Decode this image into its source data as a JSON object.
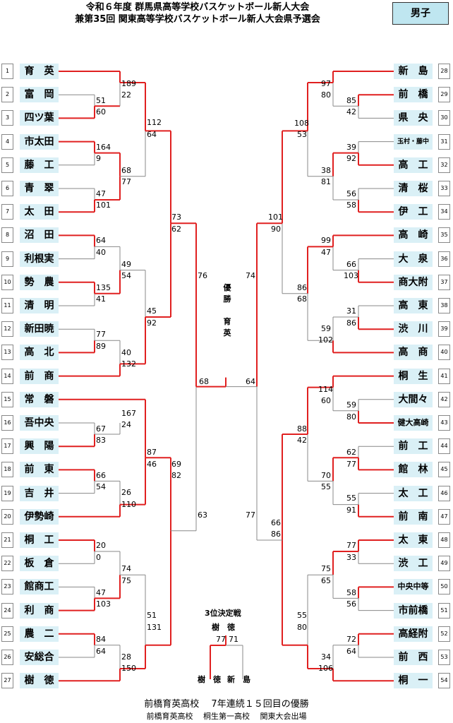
{
  "header": {
    "title_line1": "令和６年度 群馬県高等学校バスケットボール新人大会",
    "title_line2": "兼第35回 関東高等学校バスケットボール新人大会県予選会",
    "category": "男子"
  },
  "left_teams": [
    {
      "no": "1",
      "name": "育　英"
    },
    {
      "no": "2",
      "name": "富　岡"
    },
    {
      "no": "3",
      "name": "四ツ葉"
    },
    {
      "no": "4",
      "name": "市太田"
    },
    {
      "no": "5",
      "name": "藤　工"
    },
    {
      "no": "6",
      "name": "青　翠"
    },
    {
      "no": "7",
      "name": "太　田"
    },
    {
      "no": "8",
      "name": "沼　田"
    },
    {
      "no": "9",
      "name": "利根実"
    },
    {
      "no": "10",
      "name": "勢　農"
    },
    {
      "no": "11",
      "name": "清　明"
    },
    {
      "no": "12",
      "name": "新田暁"
    },
    {
      "no": "13",
      "name": "高　北"
    },
    {
      "no": "14",
      "name": "前　商"
    },
    {
      "no": "15",
      "name": "常　磐"
    },
    {
      "no": "16",
      "name": "吾中央"
    },
    {
      "no": "17",
      "name": "興　陽"
    },
    {
      "no": "18",
      "name": "前　東"
    },
    {
      "no": "19",
      "name": "吉　井"
    },
    {
      "no": "20",
      "name": "伊勢崎"
    },
    {
      "no": "21",
      "name": "桐　工"
    },
    {
      "no": "22",
      "name": "板　倉"
    },
    {
      "no": "23",
      "name": "館商工"
    },
    {
      "no": "24",
      "name": "利　商"
    },
    {
      "no": "25",
      "name": "農　二"
    },
    {
      "no": "26",
      "name": "安総合"
    },
    {
      "no": "27",
      "name": "樹　徳"
    }
  ],
  "right_teams": [
    {
      "no": "28",
      "name": "新　島"
    },
    {
      "no": "29",
      "name": "前　橋"
    },
    {
      "no": "30",
      "name": "県　央"
    },
    {
      "no": "31",
      "name": "玉村・藤中"
    },
    {
      "no": "32",
      "name": "高　工"
    },
    {
      "no": "33",
      "name": "清　桜"
    },
    {
      "no": "34",
      "name": "伊　工"
    },
    {
      "no": "35",
      "name": "高　崎"
    },
    {
      "no": "36",
      "name": "大　泉"
    },
    {
      "no": "37",
      "name": "商大附"
    },
    {
      "no": "38",
      "name": "高　東"
    },
    {
      "no": "39",
      "name": "渋　川"
    },
    {
      "no": "40",
      "name": "高　商"
    },
    {
      "no": "41",
      "name": "桐　生"
    },
    {
      "no": "42",
      "name": "大間々"
    },
    {
      "no": "43",
      "name": "健大高崎"
    },
    {
      "no": "44",
      "name": "前　工"
    },
    {
      "no": "45",
      "name": "館　林"
    },
    {
      "no": "46",
      "name": "太　工"
    },
    {
      "no": "47",
      "name": "前　南"
    },
    {
      "no": "48",
      "name": "太　東"
    },
    {
      "no": "49",
      "name": "渋　工"
    },
    {
      "no": "50",
      "name": "中央中等"
    },
    {
      "no": "51",
      "name": "市前橋"
    },
    {
      "no": "52",
      "name": "高経附"
    },
    {
      "no": "53",
      "name": "前　西"
    },
    {
      "no": "54",
      "name": "桐　一"
    }
  ],
  "scores": {
    "l_r1_1a": "189",
    "l_r1_1b": "22",
    "l_r1_2a": "51",
    "l_r1_2b": "60",
    "l_r1_4a": "164",
    "l_r1_4b": "9",
    "l_r1_6a": "47",
    "l_r1_6b": "101",
    "l_r2_1a": "112",
    "l_r2_1b": "64",
    "l_r2_2a": "68",
    "l_r2_2b": "77",
    "l_r1_8a": "64",
    "l_r1_8b": "40",
    "l_r1_10a": "135",
    "l_r1_10b": "41",
    "l_r1_12a": "77",
    "l_r1_12b": "89",
    "l_r2_3a": "49",
    "l_r2_3b": "54",
    "l_r2_4a": "40",
    "l_r2_4b": "132",
    "l_r3_2a": "45",
    "l_r3_2b": "92",
    "l_r3_1a": "73",
    "l_r3_1b": "62",
    "l_r1_15a": "167",
    "l_r1_15b": "24",
    "l_r1_16a": "67",
    "l_r1_16b": "83",
    "l_r1_18a": "66",
    "l_r1_18b": "54",
    "l_r2_5a": "87",
    "l_r2_5b": "46",
    "l_r2_6a": "26",
    "l_r2_6b": "110",
    "l_r1_21a": "20",
    "l_r1_21b": "0",
    "l_r1_23a": "47",
    "l_r1_23b": "103",
    "l_r1_25a": "84",
    "l_r1_25b": "64",
    "l_r2_7a": "74",
    "l_r2_7b": "75",
    "l_r2_8a": "28",
    "l_r2_8b": "150",
    "l_r3_4a": "51",
    "l_r3_4b": "131",
    "l_r3_3a": "69",
    "l_r3_3b": "82",
    "l_sf_a": "76",
    "l_sf_b": "63",
    "final_l": "68",
    "r_r1_1a": "97",
    "r_r1_1b": "80",
    "r_r1_2a": "85",
    "r_r1_2b": "42",
    "r_r1_4a": "39",
    "r_r1_4b": "92",
    "r_r1_6a": "56",
    "r_r1_6b": "58",
    "r_r2_1a": "108",
    "r_r2_1b": "53",
    "r_r2_2a": "38",
    "r_r2_2b": "81",
    "r_r1_8a": "99",
    "r_r1_8b": "47",
    "r_r1_9a": "66",
    "r_r1_9b": "103",
    "r_r1_11a": "31",
    "r_r1_11b": "86",
    "r_r2_3a": "59",
    "r_r2_3b": "102",
    "r_r3_2a": "86",
    "r_r3_2b": "68",
    "r_r3_1a": "101",
    "r_r3_1b": "90",
    "r_r1_14a": "114",
    "r_r1_14b": "60",
    "r_r1_15a": "59",
    "r_r1_15b": "80",
    "r_r1_17a": "62",
    "r_r1_17b": "77",
    "r_r1_19a": "55",
    "r_r1_19b": "91",
    "r_r2_5a": "88",
    "r_r2_5b": "42",
    "r_r2_6a": "70",
    "r_r2_6b": "55",
    "r_r1_21a": "77",
    "r_r1_21b": "33",
    "r_r1_23a": "58",
    "r_r1_23b": "56",
    "r_r1_25a": "72",
    "r_r1_25b": "64",
    "r_r2_7a": "75",
    "r_r2_7b": "65",
    "r_r2_8a": "34",
    "r_r2_8b": "106",
    "r_r3_4a": "55",
    "r_r3_4b": "80",
    "r_r3_3a": "66",
    "r_r3_3b": "86",
    "r_sf_a": "74",
    "r_sf_b": "77",
    "final_r": "64"
  },
  "champion": {
    "label1": "優",
    "label2": "勝",
    "team1": "育",
    "team2": "英"
  },
  "third_place": {
    "title": "3位決定戦",
    "winner": "樹　徳",
    "score_l": "77",
    "score_r": "71",
    "team_l": "樹　徳",
    "team_r": "新　島"
  },
  "footer": {
    "line1": "前橋育英高校　 7年連続１５回目の優勝",
    "line2": "前橋育英高校　 桐生第一高校　 関東大会出場"
  }
}
